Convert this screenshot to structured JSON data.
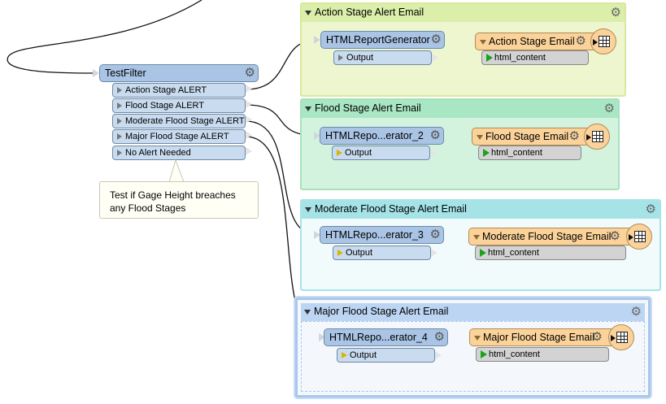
{
  "testfilter": {
    "name": "TestFilter",
    "ports": [
      "Action Stage ALERT",
      "Flood Stage ALERT",
      "Moderate Flood Stage ALERT",
      "Major Flood Stage ALERT",
      "No Alert Needed"
    ]
  },
  "annotation": {
    "line1": "Test if Gage Height breaches",
    "line2": "any Flood Stages"
  },
  "bookmarks": [
    {
      "title": "Action Stage Alert Email",
      "generator": "HTMLReportGenerator",
      "output": "Output",
      "email": "Action Stage Email",
      "attr": "html_content",
      "color": "#eef6cf"
    },
    {
      "title": "Flood Stage Alert Email",
      "generator": "HTMLRepo...erator_2",
      "output": "Output",
      "email": "Flood Stage Email",
      "attr": "html_content",
      "color": "#d3f3df"
    },
    {
      "title": "Moderate Flood Stage Alert Email",
      "generator": "HTMLRepo...erator_3",
      "output": "Output",
      "email": "Moderate Flood Stage Email",
      "attr": "html_content",
      "color": "#d4f0f2"
    },
    {
      "title": "Major Flood Stage Alert Email",
      "generator": "HTMLRepo...erator_4",
      "output": "Output",
      "email": "Major Flood Stage Email",
      "attr": "html_content",
      "color": "#e3eefb"
    }
  ],
  "icons": {
    "gear": "gear-icon",
    "writer": "table-writer-icon"
  }
}
